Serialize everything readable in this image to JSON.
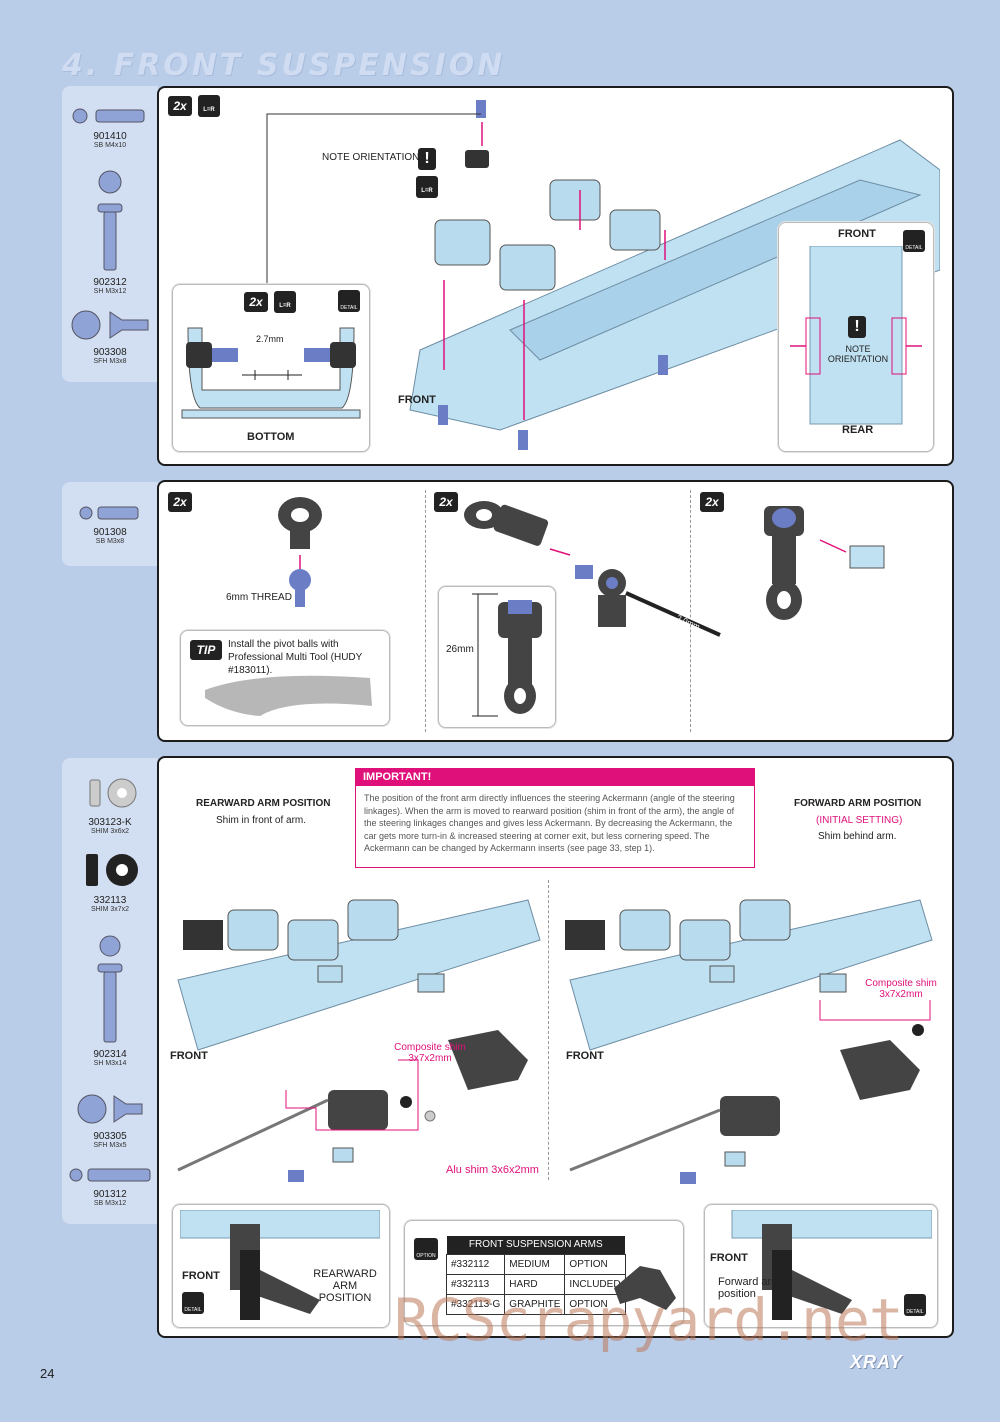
{
  "page": {
    "title": "4. FRONT SUSPENSION",
    "number": "24",
    "brand": "XRAY",
    "watermark": "RCScrapyard.net"
  },
  "section1": {
    "parts": [
      {
        "code": "901410",
        "desc": "SB M4x10"
      },
      {
        "code": "902312",
        "desc": "SH M3x12"
      },
      {
        "code": "903308",
        "desc": "SFH M3x8"
      }
    ],
    "qty_badge": "2x",
    "lr_badge": "L=R",
    "note_orientation": "NOTE ORIENTATION",
    "front_label": "FRONT",
    "detail_bottom": {
      "qty": "2x",
      "lr": "L=R",
      "dim": "2.7mm",
      "label": "BOTTOM",
      "detail": "DETAIL"
    },
    "detail_plate": {
      "front": "FRONT",
      "note": "NOTE ORIENTATION",
      "rear": "REAR",
      "detail": "DETAIL"
    }
  },
  "section2": {
    "parts": [
      {
        "code": "901308",
        "desc": "SB M3x8"
      }
    ],
    "step1": {
      "qty": "2x",
      "thread": "6mm THREAD",
      "tip_badge": "TIP",
      "tip_text": "Install the pivot balls with Professional Multi Tool (HUDY #183011)."
    },
    "step2": {
      "qty": "2x",
      "length": "26mm",
      "tool": "2.0mm"
    },
    "step3": {
      "qty": "2x"
    }
  },
  "section3": {
    "parts": [
      {
        "code": "303123-K",
        "desc": "SHIM 3x6x2"
      },
      {
        "code": "332113",
        "desc": "SHIM 3x7x2"
      },
      {
        "code": "902314",
        "desc": "SH M3x14"
      },
      {
        "code": "903305",
        "desc": "SFH M3x5"
      },
      {
        "code": "901312",
        "desc": "SB M3x12"
      }
    ],
    "important_title": "IMPORTANT!",
    "important_text": "The position of the front arm directly influences the steering Ackermann (angle of the steering linkages). When the arm is moved to rearward position (shim in front of the arm), the angle of the steering linkages changes and gives less Ackermann. By decreasing the Ackermann, the car gets more turn-in & increased steering at corner exit, but less cornering speed. The Ackermann can be changed by Ackermann inserts (see page 33, step 1).",
    "rearward": {
      "title": "REARWARD ARM POSITION",
      "sub": "Shim in front of arm."
    },
    "forward": {
      "title": "FORWARD ARM POSITION",
      "initial": "(INITIAL SETTING)",
      "sub": "Shim behind arm."
    },
    "left_labels": {
      "front": "FRONT",
      "composite": "Composite shim 3x7x2mm",
      "alu": "Alu shim 3x6x2mm"
    },
    "right_labels": {
      "front": "FRONT",
      "composite": "Composite shim 3x7x2mm"
    },
    "detail_left": {
      "front": "FRONT",
      "pos": "REARWARD ARM POSITION",
      "detail": "DETAIL"
    },
    "detail_right": {
      "front": "FRONT",
      "pos": "Forward arm position",
      "detail": "DETAIL"
    },
    "option": {
      "badge": "OPTION",
      "header": "FRONT SUSPENSION ARMS",
      "rows": [
        [
          "#332112",
          "MEDIUM",
          "OPTION"
        ],
        [
          "#332113",
          "HARD",
          "INCLUDED"
        ],
        [
          "#332113-G",
          "GRAPHITE",
          "OPTION"
        ]
      ]
    }
  }
}
